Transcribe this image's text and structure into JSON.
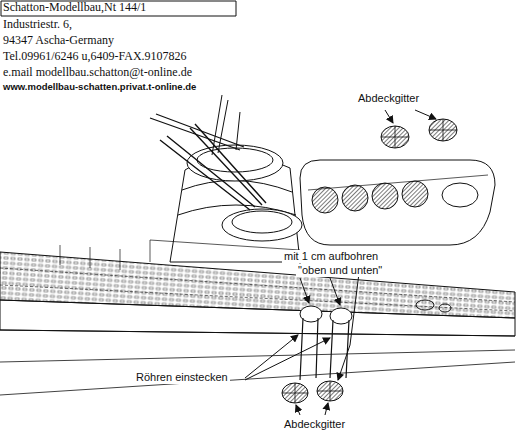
{
  "diagram": {
    "labels": [
      "Schatton-Modellbau,Nt 144/1",
      "Industriestr. 6,",
      "94347 Ascha-Germany",
      "Tel.09961/6246 u,6409-FAX.9107826",
      "e.mail modellbau.schatton@t-online.de",
      "www.modellbau-schatten.privat.t-online.de",
      "Abdeckgitter",
      "mit 1 cm aufbohren",
      "\"oben und unten\"",
      "Röhren einstecken",
      "Abdeckgitter"
    ]
  }
}
